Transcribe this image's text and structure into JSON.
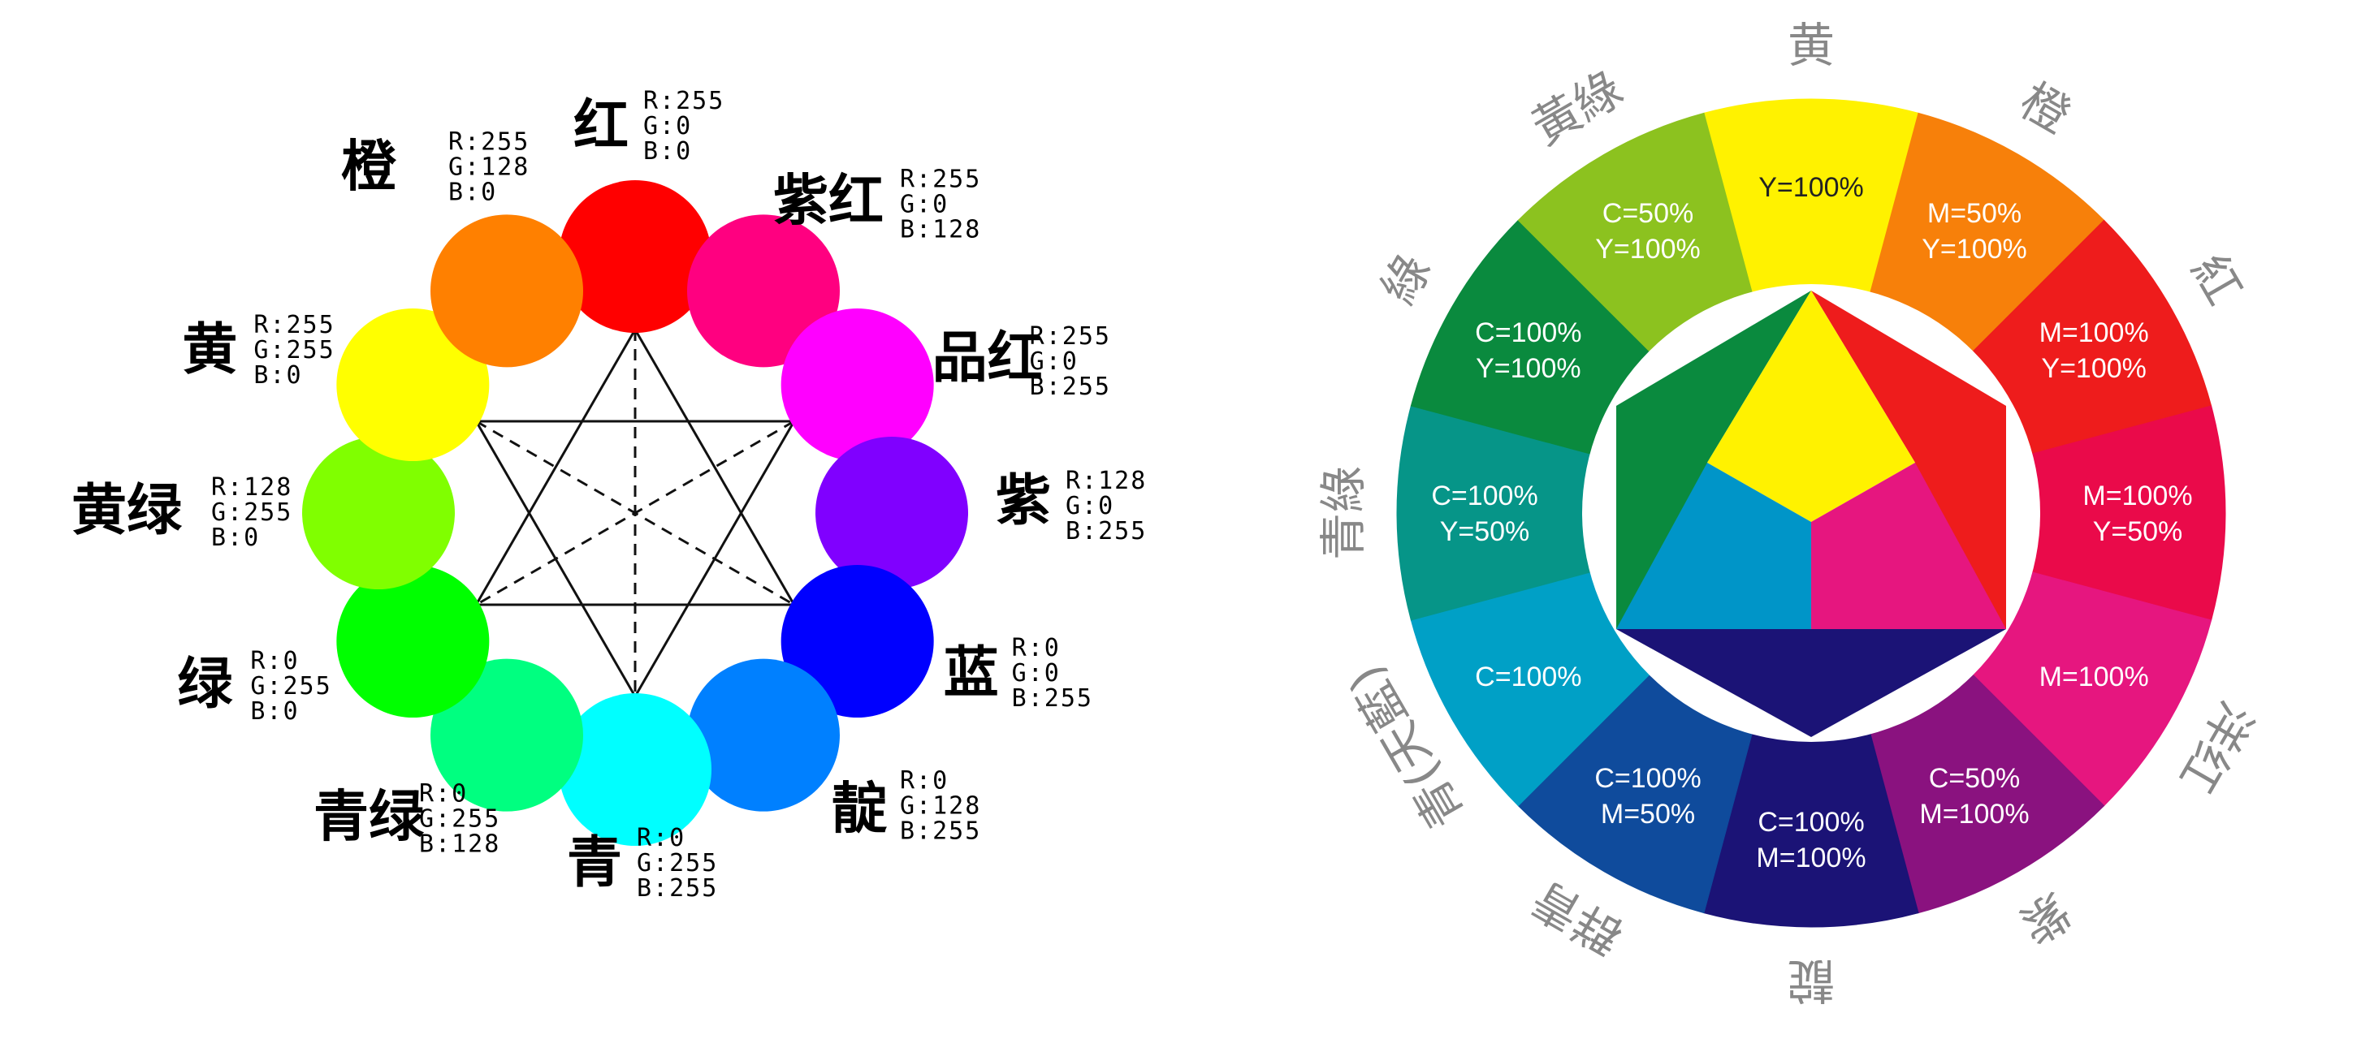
{
  "left_wheel": {
    "circles": [
      {
        "key": "red",
        "name": "红",
        "hex": "#FF0000",
        "r": "R:255",
        "g": "G:0",
        "b": "B:0"
      },
      {
        "key": "rose",
        "name": "紫红",
        "hex": "#FF0080",
        "r": "R:255",
        "g": "G:0",
        "b": "B:128"
      },
      {
        "key": "magenta",
        "name": "品红",
        "hex": "#FF00FF",
        "r": "R:255",
        "g": "G:0",
        "b": "B:255"
      },
      {
        "key": "violet",
        "name": "紫",
        "hex": "#8000FF",
        "r": "R:128",
        "g": "G:0",
        "b": "B:255"
      },
      {
        "key": "blue",
        "name": "蓝",
        "hex": "#0000FF",
        "r": "R:0",
        "g": "G:0",
        "b": "B:255"
      },
      {
        "key": "azure",
        "name": "靛",
        "hex": "#0080FF",
        "r": "R:0",
        "g": "G:128",
        "b": "B:255"
      },
      {
        "key": "cyan",
        "name": "青",
        "hex": "#00FFFF",
        "r": "R:0",
        "g": "G:255",
        "b": "B:255"
      },
      {
        "key": "spring",
        "name": "青绿",
        "hex": "#00FF80",
        "r": "R:0",
        "g": "G:255",
        "b": "B:128"
      },
      {
        "key": "green",
        "name": "绿",
        "hex": "#00FF00",
        "r": "R:0",
        "g": "G:255",
        "b": "B:0"
      },
      {
        "key": "chartreuse",
        "name": "黄绿",
        "hex": "#80FF00",
        "r": "R:128",
        "g": "G:255",
        "b": "B:0"
      },
      {
        "key": "yellow",
        "name": "黄",
        "hex": "#FFFF00",
        "r": "R:255",
        "g": "G:255",
        "b": "B:0"
      },
      {
        "key": "orange",
        "name": "橙",
        "hex": "#FF8000",
        "r": "R:255",
        "g": "G:128",
        "b": "B:0"
      }
    ]
  },
  "right_wheel": {
    "segments": [
      {
        "key": "yellow",
        "name": "黄",
        "hex": "#FFF200",
        "lines": [
          "Y=100%"
        ],
        "text_color": "#222222"
      },
      {
        "key": "orange",
        "name": "橙",
        "hex": "#F7800A",
        "lines": [
          "M=50%",
          "Y=100%"
        ],
        "text_color": "#ffffff"
      },
      {
        "key": "red",
        "name": "紅",
        "hex": "#EE1C1C",
        "lines": [
          "M=100%",
          "Y=100%"
        ],
        "text_color": "#ffffff"
      },
      {
        "key": "crimson",
        "name": "",
        "hex": "#EA0A4A",
        "lines": [
          "M=100%",
          "Y=50%"
        ],
        "text_color": "#ffffff"
      },
      {
        "key": "magenta",
        "name": "洋红",
        "hex": "#E6167F",
        "lines": [
          "M=100%"
        ],
        "text_color": "#ffffff"
      },
      {
        "key": "purple",
        "name": "紫",
        "hex": "#8A127F",
        "lines": [
          "C=50%",
          "M=100%"
        ],
        "text_color": "#ffffff"
      },
      {
        "key": "indigo",
        "name": "靛",
        "hex": "#1B1376",
        "lines": [
          "C=100%",
          "M=100%"
        ],
        "text_color": "#ffffff"
      },
      {
        "key": "ultramarine",
        "name": "群青",
        "hex": "#0F4B9C",
        "lines": [
          "C=100%",
          "M=50%"
        ],
        "text_color": "#ffffff"
      },
      {
        "key": "cyan",
        "name": "青(天藍)",
        "hex": "#00A0C6",
        "lines": [
          "C=100%"
        ],
        "text_color": "#ffffff"
      },
      {
        "key": "teal",
        "name": "青綠",
        "hex": "#069588",
        "lines": [
          "C=100%",
          "Y=50%"
        ],
        "text_color": "#ffffff"
      },
      {
        "key": "green",
        "name": "綠",
        "hex": "#0A8A3E",
        "lines": [
          "C=100%",
          "Y=100%"
        ],
        "text_color": "#ffffff"
      },
      {
        "key": "yellowgreen",
        "name": "黃綠",
        "hex": "#8CC21F",
        "lines": [
          "C=50%",
          "Y=100%"
        ],
        "text_color": "#ffffff"
      }
    ],
    "center": {
      "yellow": "#FFF200",
      "red": "#EE1C1C",
      "blue": "#0095C8",
      "magenta": "#E6167F",
      "green": "#0A8A3E",
      "indigo": "#1B1376"
    },
    "label_color": "#888888"
  }
}
